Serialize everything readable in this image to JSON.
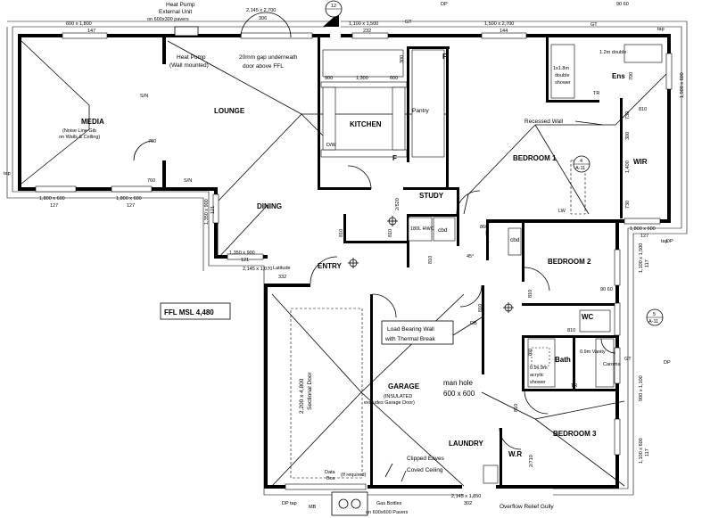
{
  "rooms": {
    "media": "MEDIA",
    "media_note_1": "(Noise Line Gib",
    "media_note_2": "on Walls & Ceiling)",
    "lounge": "LOUNGE",
    "kitchen": "KITCHEN",
    "dining": "DINING",
    "pantry": "Pantry",
    "study": "STUDY",
    "bedroom1": "BEDROOM 1",
    "wir": "WIR",
    "ens": "Ens",
    "bedroom2": "BEDROOM 2",
    "wc": "WC",
    "bath": "Bath",
    "bedroom3": "BEDROOM 3",
    "laundry": "LAUNDRY",
    "wr": "W.R",
    "garage": "GARAGE",
    "garage_note_1": "(INSULATED",
    "garage_note_2": "excludes Garage Door)",
    "entry": "ENTRY",
    "cbd1": "cbd",
    "cbd2": "cbd",
    "hwc": "180L HWC"
  },
  "notes": {
    "heat_pump_ext_1": "Heat Pump",
    "heat_pump_ext_2": "External Unit",
    "heat_pump_ext_3": "on 600x300 pavers",
    "heat_pump_wall_1": "Heat Pump",
    "heat_pump_wall_2": "(Wall mounted)",
    "gap_1": "20mm gap underneath",
    "gap_2": "door above FFL",
    "recessed_wall": "Recessed Wall",
    "load_bearing_1": "Load Bearing Wall",
    "load_bearing_2": "with Thermal Break",
    "manhole_1": "man hole",
    "manhole_2": "600 x 600",
    "clipped_eaves": "Clipped Eaves",
    "coved_ceiling": "Coved Ceiling",
    "ffl": "FFL MSL 4,480",
    "latitude": "Latitude",
    "gas_bottles_1": "Gas Bottles",
    "gas_bottles_2": "on 600x600 Pavers",
    "overflow": "Overflow Relief Gully",
    "data_box_1": "Data",
    "data_box_2": "Box",
    "if_required": "(If required)",
    "sectional_door_1": "2,200 x 4,800",
    "sectional_door_2": "Sectional Door",
    "double_shower_1": "1x1.8m",
    "double_shower_2": "double",
    "double_shower_3": "shower",
    "acrylic_1": "0.9x.9m",
    "acrylic_2": "acrylic",
    "acrylic_3": "shower",
    "vanity": "0.9m Vanity",
    "caroma": "Caroma",
    "gt": "GT",
    "tap": "tap",
    "dp": "DP",
    "mb": "MB",
    "sn": "S/N",
    "dw": "D/W",
    "db": "DB",
    "tr": "TR",
    "lw": "LW",
    "f": "F",
    "double_label": "1.2m double"
  },
  "dimensions": {
    "w600x1800": "600 x 1,800",
    "n147": "147",
    "w2145x2700": "2,145 x 2,700",
    "n306": "306",
    "w1100x1500": "1,100 x 1,500",
    "n232": "232",
    "w1500x2700": "1,500 x 2,700",
    "n144": "144",
    "w1800x600a": "1,800 x 600",
    "n127a": "127",
    "w1800x600b": "1,800 x 600",
    "n127b": "127",
    "w1800x600c": "1,800 x 600",
    "n127c": "127",
    "w1350x900": "1,350 x 900",
    "n121a": "121",
    "w2145x1070": "2,145 x 1,070",
    "n332": "332",
    "w2145x1850": "2,145 x 1,850",
    "n302": "302",
    "n900a": "900",
    "n1300": "1,300",
    "n600": "600",
    "n760a": "760",
    "n760b": "760",
    "n810a": "810",
    "n810b": "810",
    "n810c": "810",
    "n810d": "810",
    "n860": "860",
    "n2520": "2/520",
    "n450": "45°",
    "n730a": "730",
    "n730b": "730",
    "n1400": "1,400",
    "n300": "300",
    "n700": "700",
    "n90": "90",
    "n6060": "90  60",
    "n2710": "2/710",
    "n117a": "117",
    "n117b": "117",
    "n1100x1500": "1,100 x 1,500",
    "n900x1100": "900 x 1,100",
    "n1100x600": "1,100 x 600",
    "n1500x600": "1,500 x 600",
    "a12": "12",
    "a11_sheet": "A-11",
    "a4": "4",
    "a5": "5",
    "n121b": "121",
    "n1350": "1,350 x 900"
  }
}
